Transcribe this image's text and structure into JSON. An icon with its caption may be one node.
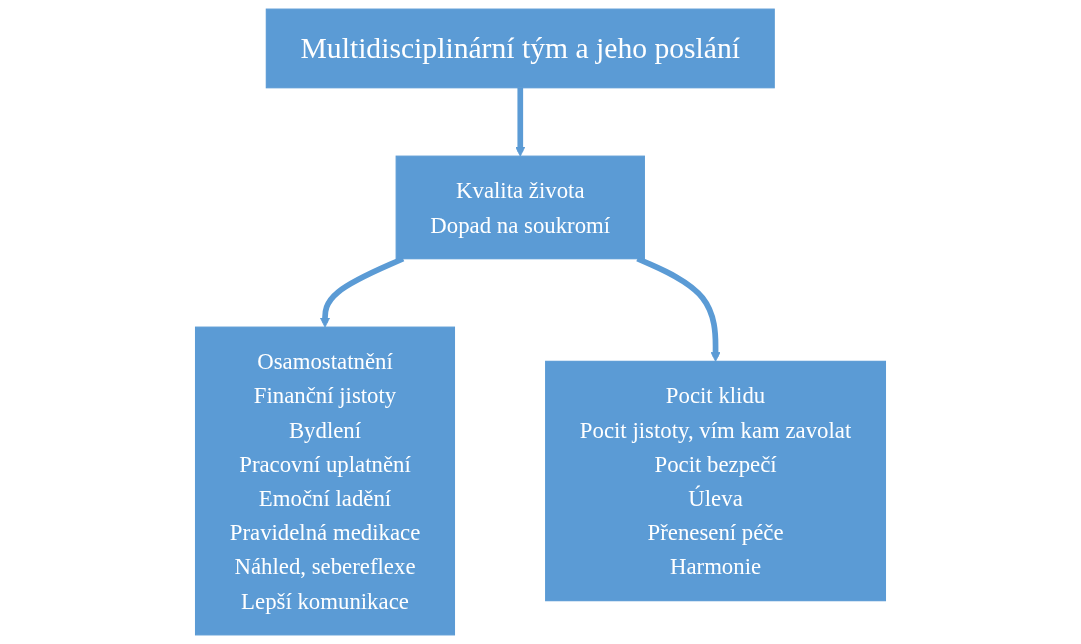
{
  "diagram": {
    "nodes": [
      {
        "text": [
          "Multidisciplinární tým a jeho poslání"
        ]
      },
      {
        "text": [
          "Kvalita života",
          "Dopad na soukromí"
        ]
      },
      {
        "text": [
          "Osamostatnění",
          "Finanční jistoty",
          "Bydlení",
          "Pracovní uplatnění",
          "Emoční ladění",
          "Pravidelná medikace",
          "Náhled, sebereflexe",
          "Lepší komunikace"
        ]
      },
      {
        "text": [
          "Pocit klidu",
          "Pocit jistoty, vím kam zavolat",
          "Pocit bezpečí",
          "Úleva",
          "Přenesení péče",
          "Harmonie"
        ]
      }
    ],
    "edges": [
      {
        "from": 0,
        "to": 1,
        "arrow": "to"
      },
      {
        "from": 1,
        "to": 2,
        "arrow": "to"
      },
      {
        "from": 1,
        "to": 3,
        "arrow": "to"
      }
    ]
  }
}
